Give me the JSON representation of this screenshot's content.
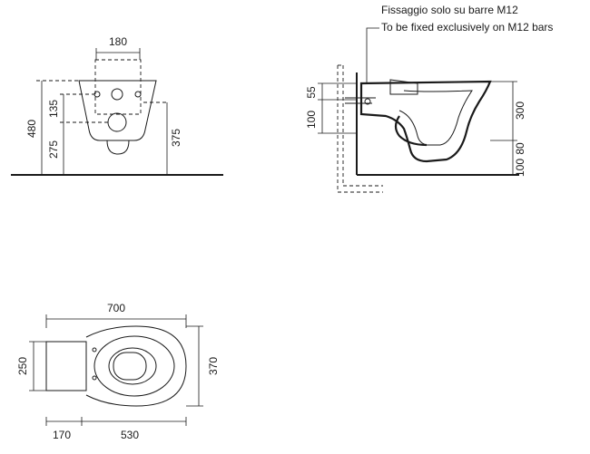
{
  "notes": {
    "line1": "Fissaggio solo su barre M12",
    "line2": "To be fixed exclusively on M12 bars"
  },
  "front_view": {
    "dim_width": "180",
    "dim_height_total": "480",
    "dim_upper": "135",
    "dim_lower": "275",
    "dim_side": "375"
  },
  "side_view": {
    "dim_top": "55",
    "dim_mid": "100",
    "dim_height": "300",
    "dim_bottom_a": "100",
    "dim_bottom_b": "80"
  },
  "top_view": {
    "dim_length": "700",
    "dim_depth": "370",
    "dim_back": "250",
    "dim_seg_a": "170",
    "dim_seg_b": "530"
  }
}
